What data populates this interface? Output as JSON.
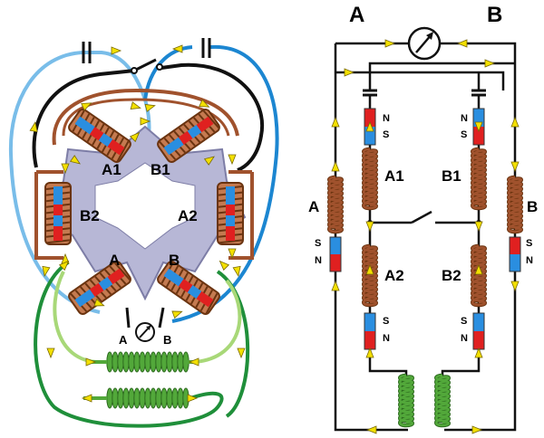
{
  "colors": {
    "copper": "#a0522d",
    "copper_dark": "#6b3410",
    "wire_black": "#111111",
    "wire_lightblue": "#79bde9",
    "wire_blue": "#1c86d1",
    "wire_darkgreen": "#1f8f3a",
    "wire_lightgreen": "#a8d878",
    "coil_green": "#52a83a",
    "core": "#b7b7d6",
    "magnet_red": "#e02020",
    "magnet_blue": "#2a8ee0",
    "arrow_yellow": "#f3e000"
  },
  "left_figure": {
    "coil_labels": {
      "a1": "A1",
      "b1": "B1",
      "b2": "B2",
      "a2": "A2",
      "a": "A",
      "b": "B"
    },
    "meter_labels": {
      "a": "A",
      "b": "B"
    }
  },
  "right_schematic": {
    "top_labels": {
      "a": "A",
      "b": "B"
    },
    "coil_labels": {
      "a1": "A1",
      "b1": "B1",
      "a2": "A2",
      "b2": "B2",
      "a": "A",
      "b": "B"
    },
    "magnet_poles": {
      "upper_left_n": "N",
      "upper_left_s": "S",
      "upper_right_n": "N",
      "upper_right_s": "S",
      "mid_left_s": "S",
      "mid_left_n": "N",
      "mid_right_s": "S",
      "mid_right_n": "N",
      "lower_left_s": "S",
      "lower_left_n": "N",
      "lower_right_s": "S",
      "lower_right_n": "N"
    }
  }
}
